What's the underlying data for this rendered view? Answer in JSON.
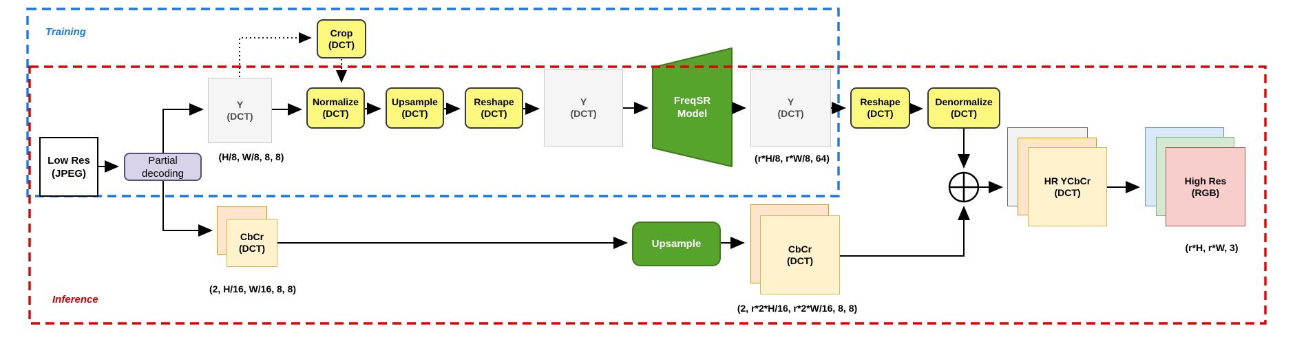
{
  "regions": {
    "training_label": "Training",
    "inference_label": "Inference"
  },
  "nodes": {
    "low_res": {
      "l1": "Low Res",
      "l2": "(JPEG)"
    },
    "partial_decoding": {
      "l1": "Partial",
      "l2": "decoding"
    },
    "crop": {
      "l1": "Crop",
      "l2": "(DCT)"
    },
    "y1": {
      "l1": "Y",
      "l2": "(DCT)"
    },
    "normalize": {
      "l1": "Normalize",
      "l2": "(DCT)"
    },
    "upsample_dct": {
      "l1": "Upsample",
      "l2": "(DCT)"
    },
    "reshape1": {
      "l1": "Reshape",
      "l2": "(DCT)"
    },
    "y2": {
      "l1": "Y",
      "l2": "(DCT)"
    },
    "freqsr": {
      "l1": "FreqSR",
      "l2": "Model"
    },
    "y3": {
      "l1": "Y",
      "l2": "(DCT)"
    },
    "reshape2": {
      "l1": "Reshape",
      "l2": "(DCT)"
    },
    "denormalize": {
      "l1": "Denormalize",
      "l2": "(DCT)"
    },
    "cbcr1": {
      "l1": "CbCr",
      "l2": "(DCT)"
    },
    "upsample": {
      "l1": "Upsample"
    },
    "cbcr2": {
      "l1": "CbCr",
      "l2": "(DCT)"
    },
    "hr_ycbcr": {
      "l1": "HR YCbCr",
      "l2": "(DCT)"
    },
    "high_res": {
      "l1": "High Res",
      "l2": "(RGB)"
    }
  },
  "dims": {
    "y1": "(H/8, W/8, 8, 8)",
    "y3": "(r*H/8, r*W/8, 64)",
    "cbcr1": "(2, H/16, W/16, 8, 8)",
    "cbcr2": "(2, r*2*H/16, r*2*W/16, 8, 8)",
    "high_res": "(r*H, r*W, 3)"
  },
  "colors": {
    "training_border": "#1778E8",
    "inference_border": "#E00000",
    "process_yellow": "#FCF87E",
    "model_green": "#57A42C",
    "decode_lavender": "#D9D3EA",
    "card_cream": "#FFF2CC",
    "card_peach": "#FCE4CD",
    "card_gray": "#F2F2F2",
    "card_blue": "#DAE8FC",
    "card_green": "#D5E8D4",
    "card_red": "#F8CECC"
  }
}
